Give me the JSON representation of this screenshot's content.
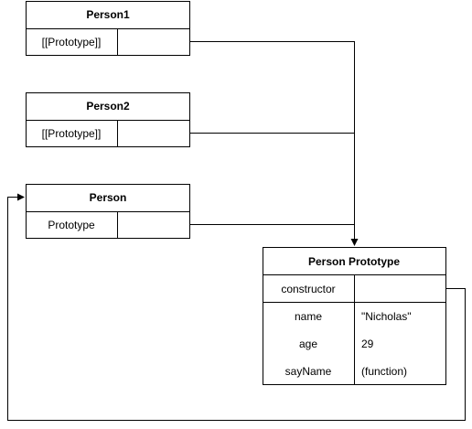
{
  "person1": {
    "title": "Person1",
    "prop_label": "[[Prototype]]"
  },
  "person2": {
    "title": "Person2",
    "prop_label": "[[Prototype]]"
  },
  "person": {
    "title": "Person",
    "prop_label": "Prototype"
  },
  "person_prototype": {
    "title": "Person Prototype",
    "rows": [
      {
        "key": "constructor",
        "value": ""
      },
      {
        "key": "name",
        "value": "\"Nicholas\""
      },
      {
        "key": "age",
        "value": "29"
      },
      {
        "key": "sayName",
        "value": "(function)"
      }
    ]
  }
}
